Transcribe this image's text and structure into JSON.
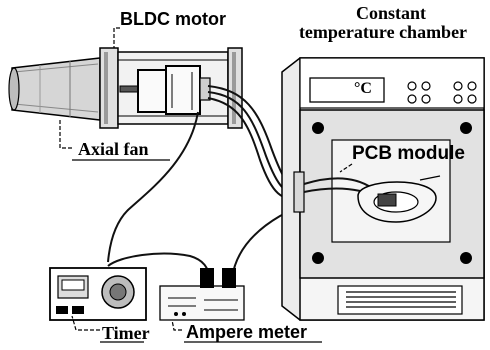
{
  "labels": {
    "bldc_motor": "BLDC motor",
    "chamber_line1": "Constant",
    "chamber_line2": "temperature chamber",
    "axial_fan": "Axial fan",
    "pcb_module": "PCB module",
    "timer": "Timer",
    "ampere_meter": "Ampere meter",
    "chamber_display": "°C"
  },
  "components": [
    {
      "name": "Axial fan",
      "icon": "fan-duct-icon"
    },
    {
      "name": "BLDC motor",
      "icon": "motor-icon"
    },
    {
      "name": "Constant temperature chamber",
      "icon": "chamber-icon"
    },
    {
      "name": "PCB module",
      "icon": "circuit-board-icon"
    },
    {
      "name": "Timer",
      "icon": "timer-icon"
    },
    {
      "name": "Ampere meter",
      "icon": "ammeter-icon"
    }
  ],
  "colors": {
    "ink": "#000000",
    "chamber_door": "#d9d9d9",
    "chamber_body": "#ececec",
    "fan_duct": "#cfcfcf",
    "wire": "#111111"
  }
}
